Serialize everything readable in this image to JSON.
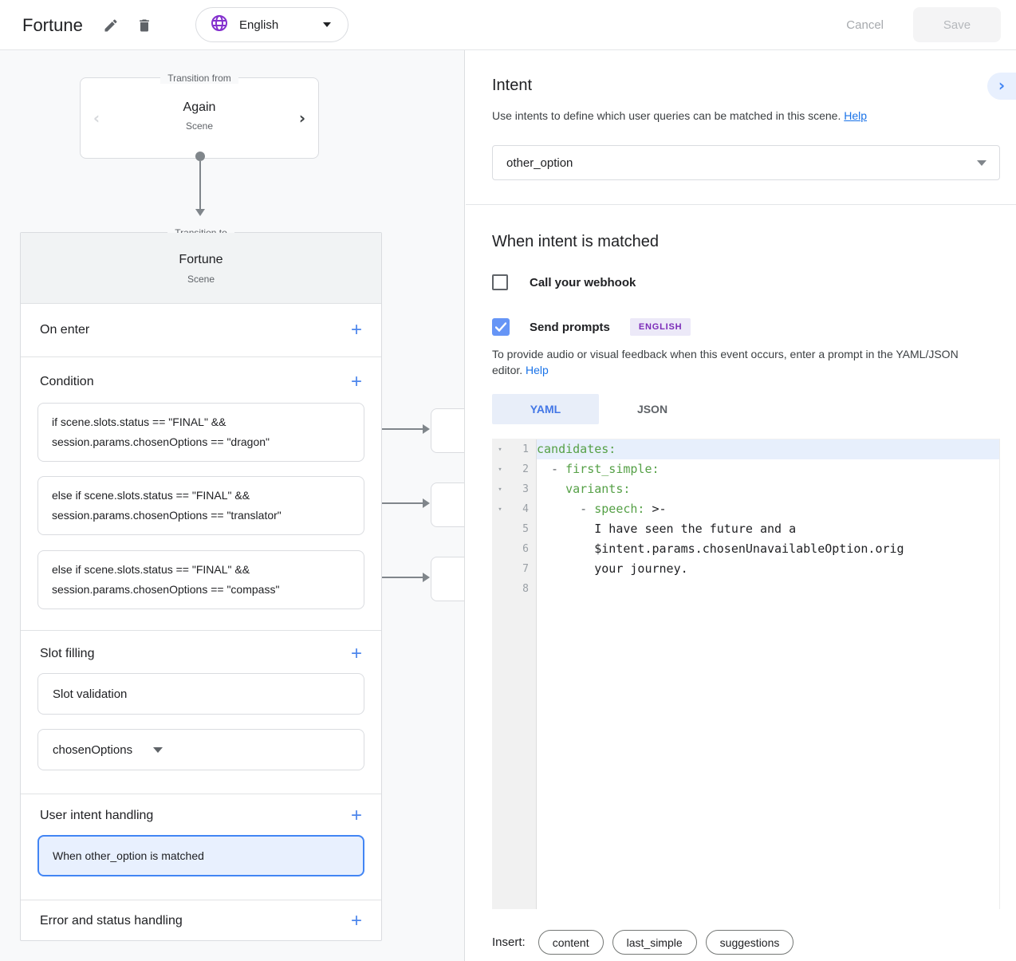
{
  "header": {
    "title": "Fortune",
    "language": "English",
    "cancel_label": "Cancel",
    "save_label": "Save"
  },
  "flow": {
    "from_card": {
      "legend": "Transition from",
      "name": "Again",
      "subtitle": "Scene"
    },
    "to_card": {
      "legend": "Transition to",
      "name": "Fortune",
      "subtitle": "Scene"
    },
    "sections": {
      "on_enter": "On enter",
      "condition": "Condition",
      "slot_filling": "Slot filling",
      "user_intent": "User intent handling",
      "error": "Error and status handling"
    },
    "conditions": [
      "if scene.slots.status == \"FINAL\" && session.params.chosenOptions == \"dragon\"",
      "else if scene.slots.status == \"FINAL\" && session.params.chosenOptions == \"translator\"",
      "else if scene.slots.status == \"FINAL\" && session.params.chosenOptions == \"compass\""
    ],
    "slot_validation_label": "Slot validation",
    "slot_name": "chosenOptions",
    "user_intent_item": "When other_option is matched"
  },
  "intent_panel": {
    "title": "Intent",
    "description": "Use intents to define which user queries can be matched in this scene. ",
    "help_label": "Help",
    "selected_intent": "other_option",
    "matched_heading": "When intent is matched",
    "webhook_label": "Call your webhook",
    "prompts_label": "Send prompts",
    "language_badge": "ENGLISH",
    "prompts_description_line1": "To provide audio or visual feedback when this event occurs, enter a prompt in the YAML/JSON",
    "prompts_description_line2": "editor. ",
    "help2_label": "Help",
    "tabs": {
      "yaml": "YAML",
      "json": "JSON"
    },
    "insert_label": "Insert:",
    "chips": [
      "content",
      "last_simple",
      "suggestions"
    ]
  },
  "code": {
    "lines": [
      {
        "num": "1",
        "key": "candidates:"
      },
      {
        "num": "2",
        "pre": "  - ",
        "key": "first_simple:"
      },
      {
        "num": "3",
        "pre": "    ",
        "key": "variants:"
      },
      {
        "num": "4",
        "pre": "      - ",
        "key": "speech:",
        "post": " >-"
      },
      {
        "num": "5",
        "text": "        I have seen the future and a"
      },
      {
        "num": "6",
        "text": "        $intent.params.chosenUnavailableOption.orig"
      },
      {
        "num": "7",
        "text": "        your journey."
      },
      {
        "num": "8"
      }
    ]
  },
  "colors": {
    "accent_blue": "#4285f4",
    "link_blue": "#1a73e8",
    "globe_purple": "#8430ce",
    "badge_purple_text": "#7b2bb8",
    "badge_purple_bg": "#ece9f8",
    "selected_bg": "#e8f0fe",
    "code_key_green": "#55a046",
    "panel_bg": "#f8f9fa",
    "border_gray": "#dadce0",
    "connector_gray": "#80868b"
  }
}
